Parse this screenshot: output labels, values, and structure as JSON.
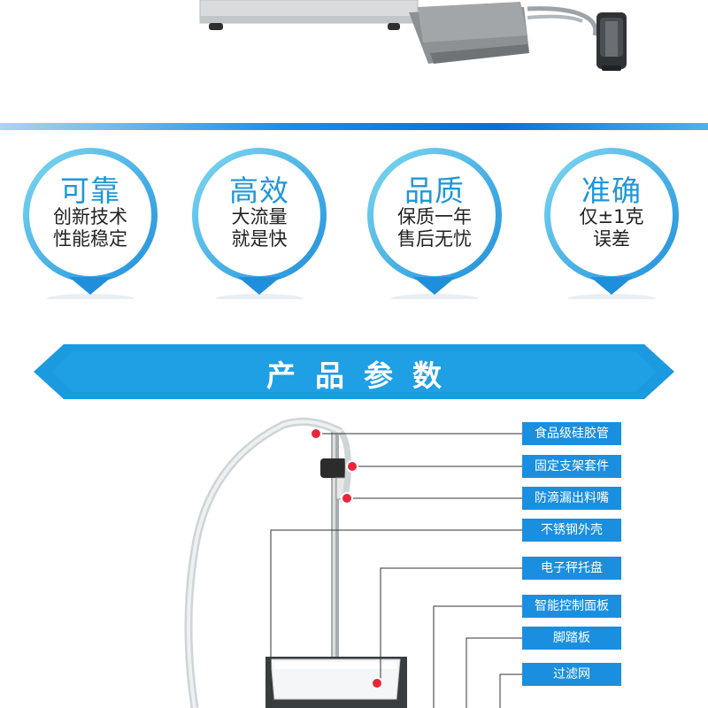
{
  "features": [
    {
      "title": "可靠",
      "lines": [
        "创新技术",
        "性能稳定"
      ]
    },
    {
      "title": "高效",
      "lines": [
        "大流量",
        "就是快"
      ]
    },
    {
      "title": "品质",
      "lines": [
        "保质一年",
        "售后无忧"
      ]
    },
    {
      "title": "准确",
      "lines": [
        "仅±1克",
        "误差"
      ]
    }
  ],
  "section_title": "产品参数",
  "parts": [
    "食品级硅胶管",
    "固定支架套件",
    "防滴漏出料嘴",
    "不锈钢外壳",
    "电子秤托盘",
    "智能控制面板",
    "脚踏板",
    "过滤网"
  ],
  "colors": {
    "brand_blue": "#1e97d9",
    "label_bg": "#1a8fe0",
    "banner_blue": "#1b9ae0",
    "marker_red": "#e8263a"
  }
}
